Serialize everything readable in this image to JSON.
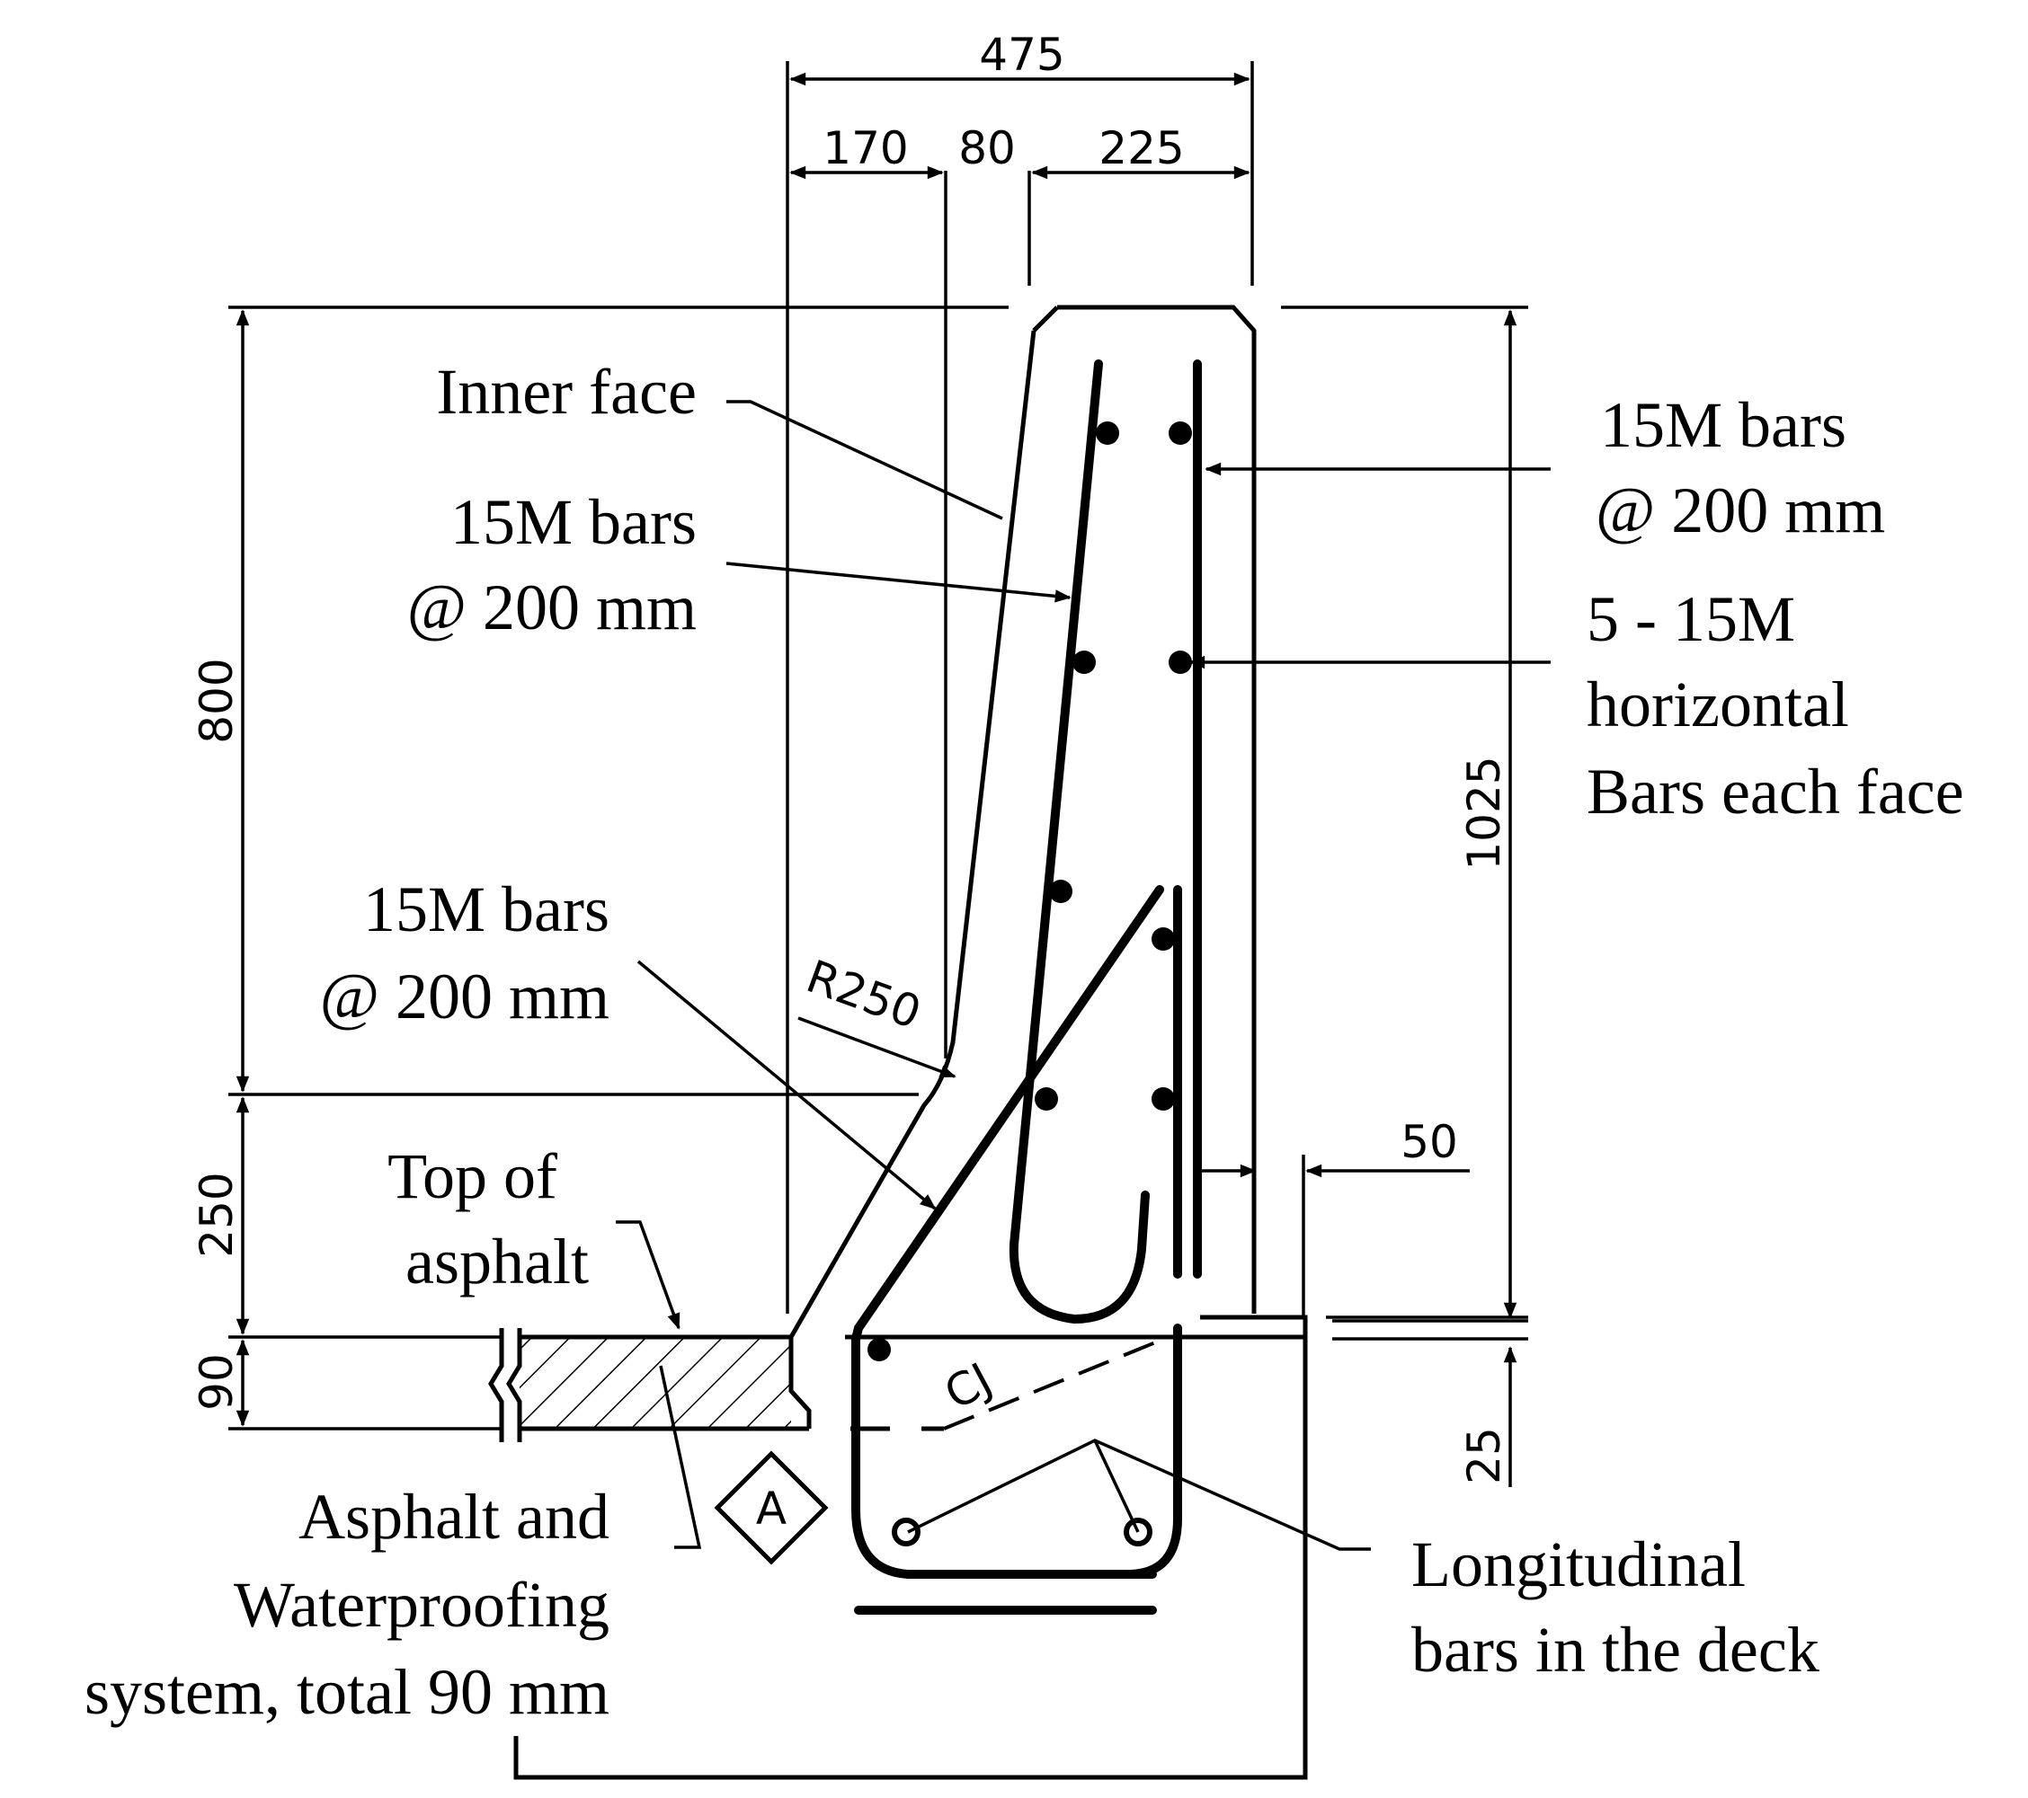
{
  "dimensions": {
    "overall_width": "475",
    "left_part": "170",
    "middle_part": "80",
    "right_part": "225",
    "upper_height": "800",
    "lower_height": "250",
    "asphalt_thickness": "90",
    "total_height": "1025",
    "cover_offset": "50",
    "slab_offset": "25",
    "radius": "R250"
  },
  "labels": {
    "inner_face": "Inner face",
    "bars_upper_left": [
      "15M bars",
      "@ 200 mm"
    ],
    "bars_lower_left": [
      "15M bars",
      "@ 200 mm"
    ],
    "bars_right": [
      "15M bars",
      "@ 200 mm"
    ],
    "horizontal_bars": [
      "5 - 15M",
      "horizontal",
      "Bars each face"
    ],
    "top_of_asphalt": [
      "Top of",
      "asphalt"
    ],
    "asphalt_system": [
      "Asphalt and",
      "Waterproofing",
      "system, total 90 mm"
    ],
    "longitudinal_bars": [
      "Longitudinal",
      "bars in the deck"
    ],
    "construction_joint": "CJ",
    "section_marker": "A"
  }
}
